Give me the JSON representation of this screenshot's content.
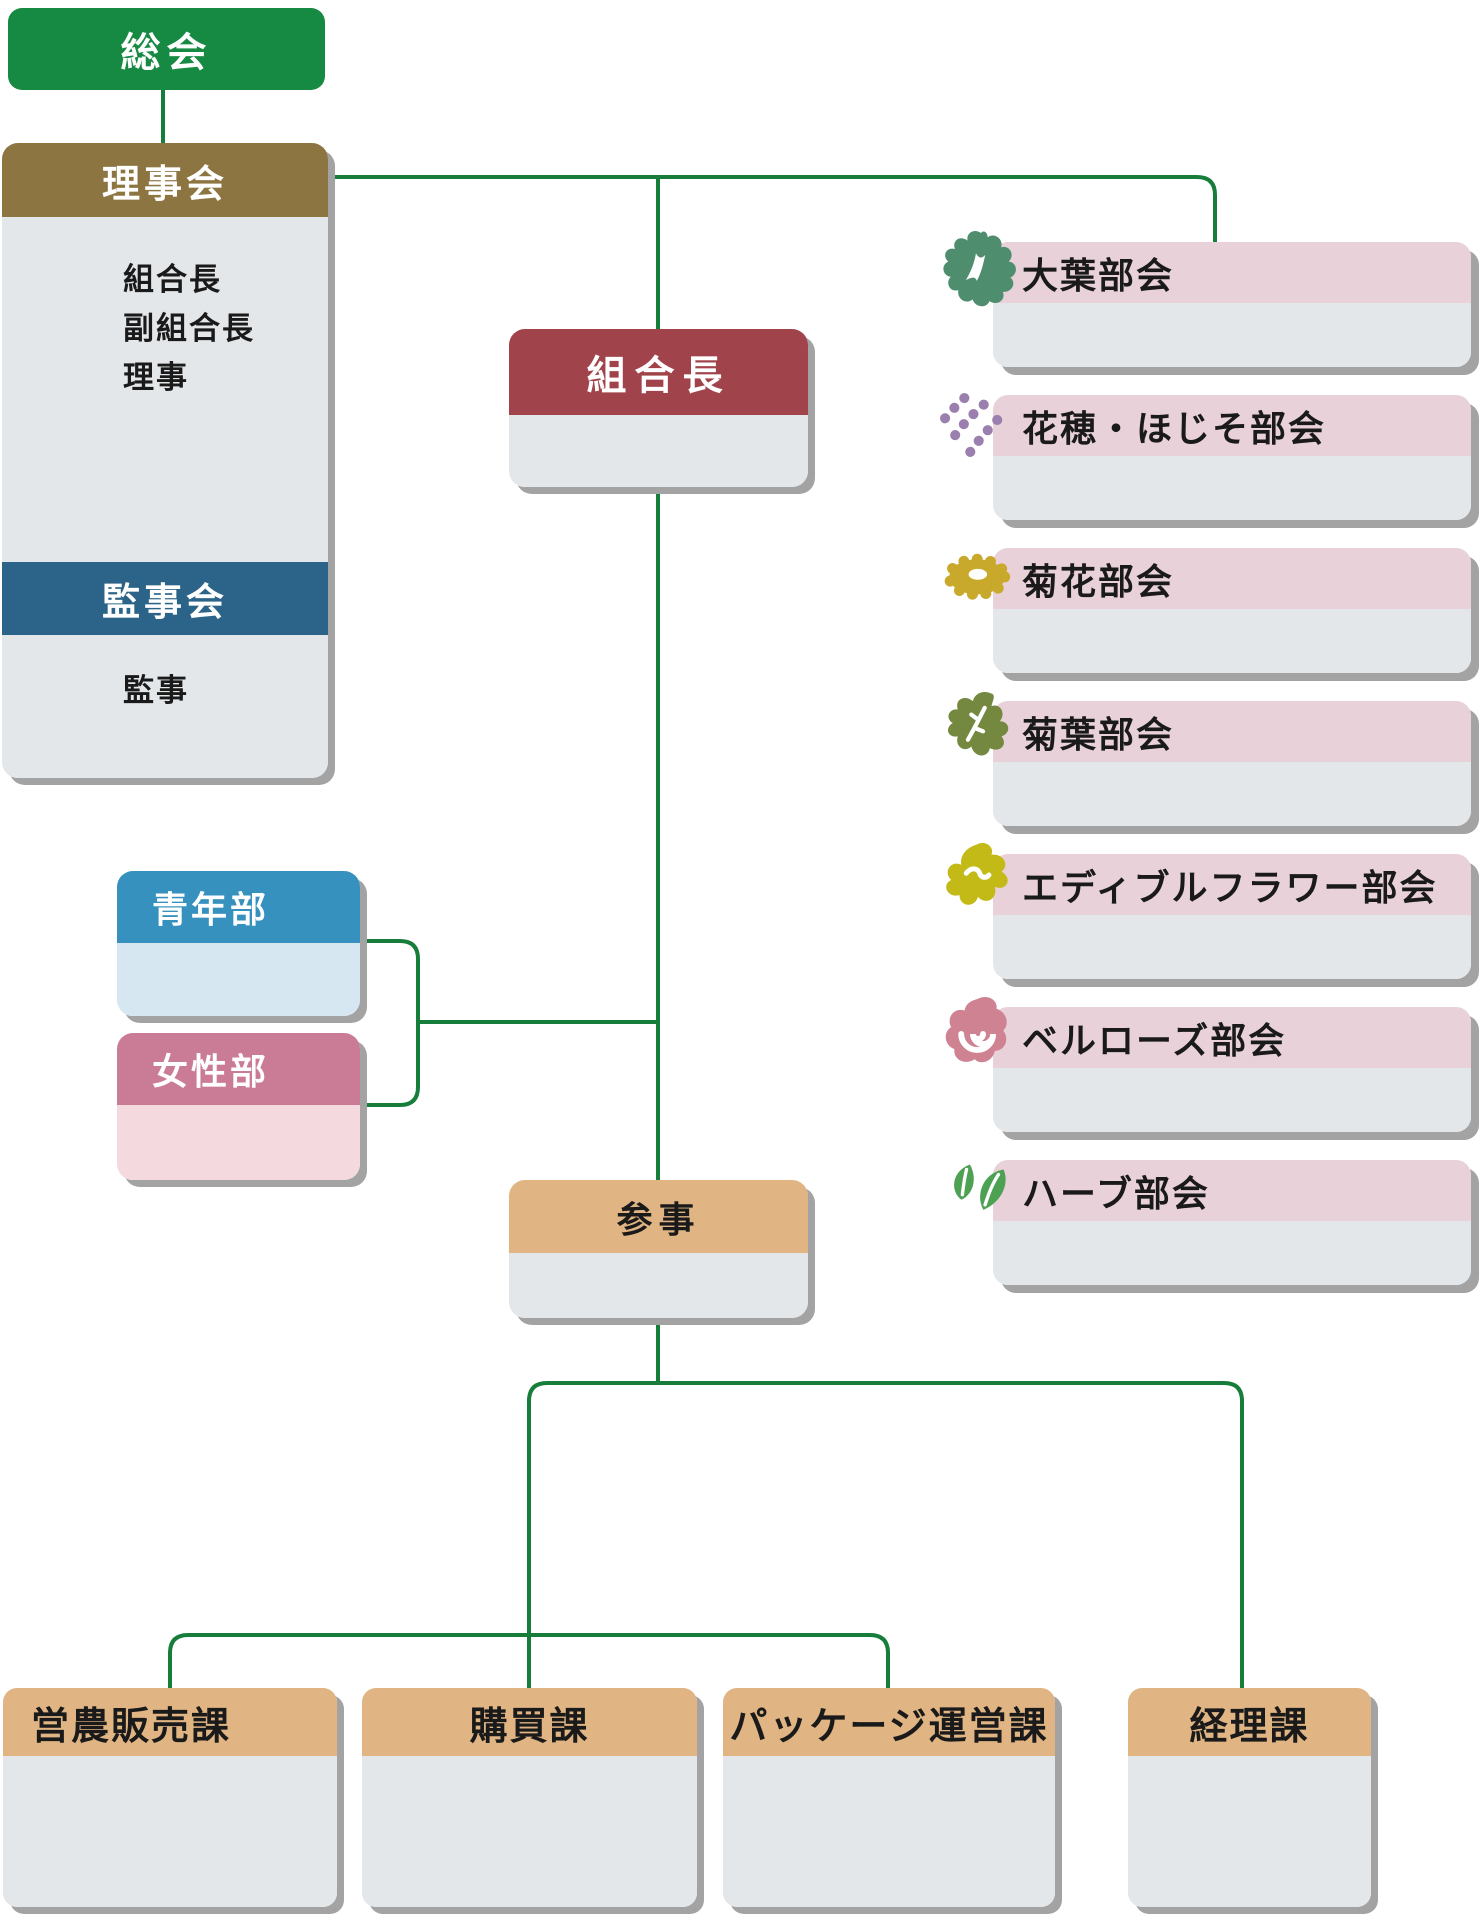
{
  "assembly": {
    "label": "総会"
  },
  "board": {
    "title": "理事会",
    "members": [
      "組合長",
      "副組合長",
      "理事"
    ],
    "audit_title": "監事会",
    "audit_members": [
      "監事"
    ]
  },
  "president": {
    "label": "組合長"
  },
  "youth": {
    "label": "青年部"
  },
  "women": {
    "label": "女性部"
  },
  "counselor": {
    "label": "参事"
  },
  "committees": {
    "items": [
      {
        "label": "大葉部会",
        "icon": "perilla-leaf-icon",
        "color": "#4e8d6e"
      },
      {
        "label": "花穂・ほじそ部会",
        "icon": "flower-spike-icon",
        "color": "#9b7fae"
      },
      {
        "label": "菊花部会",
        "icon": "chrysanthemum-flower-icon",
        "color": "#c9a92c"
      },
      {
        "label": "菊葉部会",
        "icon": "chrysanthemum-leaf-icon",
        "color": "#75883f"
      },
      {
        "label": "エディブルフラワー部会",
        "icon": "edible-flower-icon",
        "color": "#c3ba17"
      },
      {
        "label": "ベルローズ部会",
        "icon": "bell-rose-icon",
        "color": "#ce8292"
      },
      {
        "label": "ハーブ部会",
        "icon": "herb-leaves-icon",
        "color": "#4da153"
      }
    ]
  },
  "departments": {
    "items": [
      {
        "label": "営農販売課"
      },
      {
        "label": "購買課"
      },
      {
        "label": "パッケージ運営課"
      },
      {
        "label": "経理課"
      }
    ]
  },
  "palette": {
    "assembly_green": "#168a43",
    "board_olive": "#8c7540",
    "audit_blue": "#2b6488",
    "president_red": "#a1434a",
    "tan_header": "#e0b583",
    "committee_pink": "#e8d1d9",
    "body_gray": "#e3e7ea",
    "youth_blue": "#3691bf",
    "youth_body": "#d7e7f1",
    "women_pink": "#ca7c96",
    "women_body": "#f4dade",
    "line_green": "#177d3b",
    "shadow_gray": "#a3a3a3",
    "text_dark": "#1a1a1a"
  }
}
